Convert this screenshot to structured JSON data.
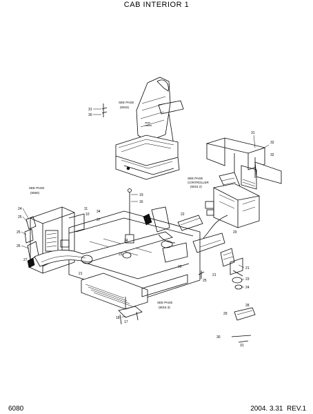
{
  "header": {
    "title": "CAB INTERIOR 1"
  },
  "footer": {
    "page_code": "6080",
    "date": "2004. 3.31",
    "revision": "REV.1"
  },
  "callouts": {
    "seat_upper": [
      "31",
      "30"
    ],
    "seat_note": [
      "SEE PAGE",
      "(6015)"
    ],
    "right_upper": [
      "31",
      "32",
      "32"
    ],
    "right_note": [
      "SEE PAGE",
      "CONTROLLER",
      "(6015 2)"
    ],
    "left_note": [
      "SEE PAGE",
      "(6050)"
    ],
    "center_pin": [
      "19",
      "16"
    ],
    "left_stack": [
      "24",
      "25",
      "25",
      "26",
      "27"
    ],
    "mid_left": [
      "11",
      "10",
      "34",
      "37"
    ],
    "center_lower": [
      "21",
      "23",
      "22",
      "24"
    ],
    "right_lower": [
      "20",
      "21",
      "21",
      "23",
      "24",
      "25",
      "20"
    ],
    "bottom_note": [
      "SEE PAGE",
      "(6015 3)"
    ],
    "bottom_pair": [
      "18",
      "17"
    ],
    "legend_block": [
      "28",
      "29",
      "30",
      "31"
    ]
  }
}
